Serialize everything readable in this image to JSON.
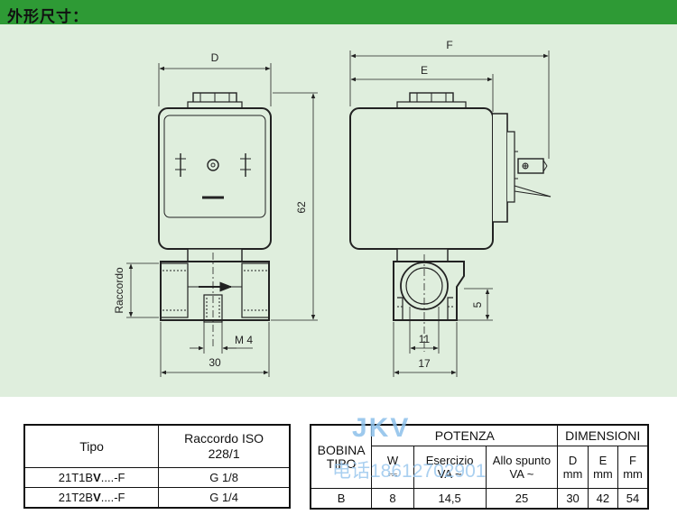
{
  "header": {
    "title": "外形尺寸："
  },
  "drawing": {
    "dims": {
      "D": "D",
      "F": "F",
      "E": "E",
      "h62": "62",
      "raccordo": "Raccordo",
      "m4": "M 4",
      "w30": "30",
      "w11": "11",
      "w17": "17",
      "h5": "5"
    }
  },
  "table_tipo": {
    "headers": [
      "Tipo",
      "Raccordo ISO 228/1"
    ],
    "rows": [
      {
        "tipo_pre": "21T1B",
        "tipo_bold": "V",
        "tipo_post": "....-F",
        "raccordo": "G 1/8"
      },
      {
        "tipo_pre": "21T2B",
        "tipo_bold": "V",
        "tipo_post": "....-F",
        "raccordo": "G 1/4"
      }
    ]
  },
  "table_bobina": {
    "col_bobina": "BOBINA TIPO",
    "group_potenza": "POTENZA",
    "group_dimensioni": "DIMENSIONI",
    "sub": {
      "w": "W",
      "w_symbol": "⎓",
      "esercizio": "Esercizio VA ~",
      "spunto": "Allo spunto VA ~",
      "d": "D mm",
      "e": "E mm",
      "f": "F mm"
    },
    "row": {
      "bobina": "B",
      "w": "8",
      "esercizio": "14,5",
      "spunto": "25",
      "d": "30",
      "e": "42",
      "f": "54"
    }
  },
  "watermark": {
    "logo": "JKV",
    "phone": "电话18612702901"
  }
}
